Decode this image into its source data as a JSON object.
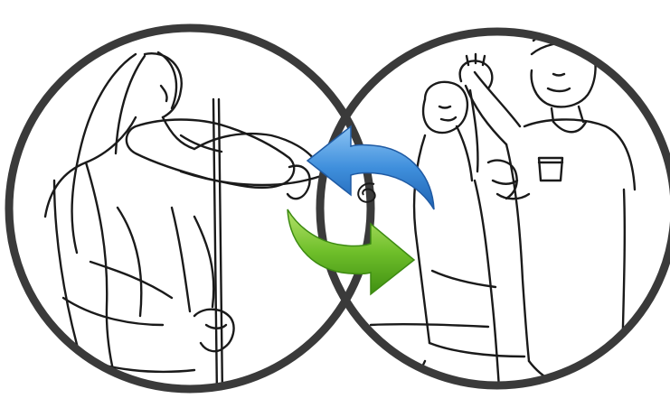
{
  "illustration": {
    "left_panel": {
      "subject": "violinist-line-drawing"
    },
    "right_panel": {
      "subject": "physiotherapy-line-drawing"
    },
    "exchange_arrows": {
      "top_arrow": {
        "direction": "left",
        "color": "#3f8fdc"
      },
      "bottom_arrow": {
        "direction": "right",
        "color": "#6fbf2a"
      }
    },
    "ring_color": "#3a3a3a",
    "line_color": "#1a1a1a"
  }
}
